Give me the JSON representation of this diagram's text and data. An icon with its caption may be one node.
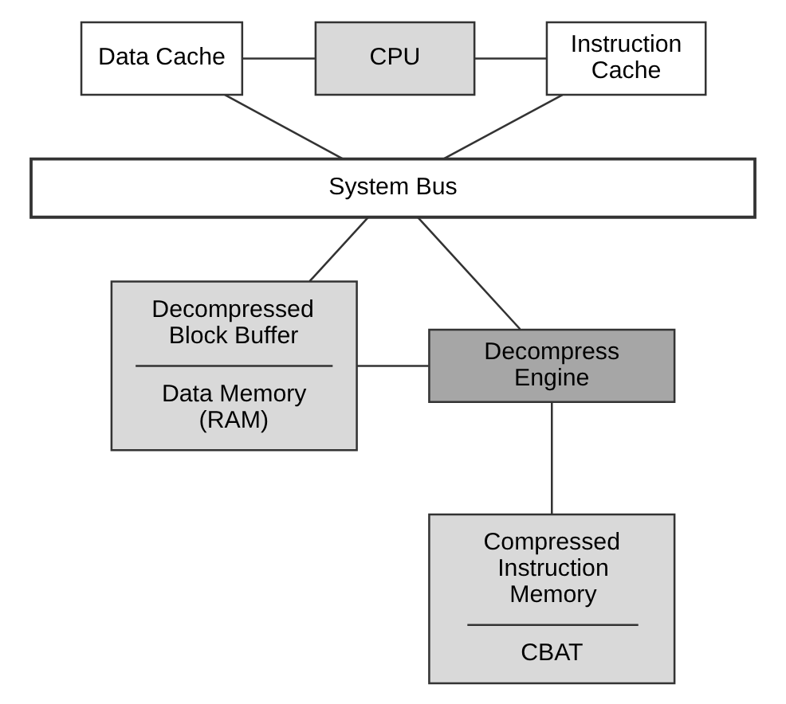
{
  "diagram": {
    "nodes": [
      {
        "text": [
          "Data Cache"
        ]
      },
      {
        "text": [
          "CPU"
        ]
      },
      {
        "text": [
          "Instruction Cache"
        ]
      },
      {
        "text": [
          "System Bus"
        ]
      },
      {
        "text": [
          "Decompressed Block Buffer",
          "Data Memory (RAM)"
        ]
      },
      {
        "text": [
          "Decompress Engine"
        ]
      },
      {
        "text": [
          "Compressed Instruction Memory",
          "CBAT"
        ]
      }
    ],
    "edges": [
      {
        "from": 0,
        "to": 1,
        "arrow": "none"
      },
      {
        "from": 1,
        "to": 2,
        "arrow": "none"
      },
      {
        "from": 0,
        "to": 3,
        "arrow": "none"
      },
      {
        "from": 2,
        "to": 3,
        "arrow": "none"
      },
      {
        "from": 3,
        "to": 4,
        "arrow": "none"
      },
      {
        "from": 3,
        "to": 5,
        "arrow": "none"
      },
      {
        "from": 4,
        "to": 5,
        "arrow": "none"
      },
      {
        "from": 5,
        "to": 6,
        "arrow": "none"
      }
    ]
  }
}
